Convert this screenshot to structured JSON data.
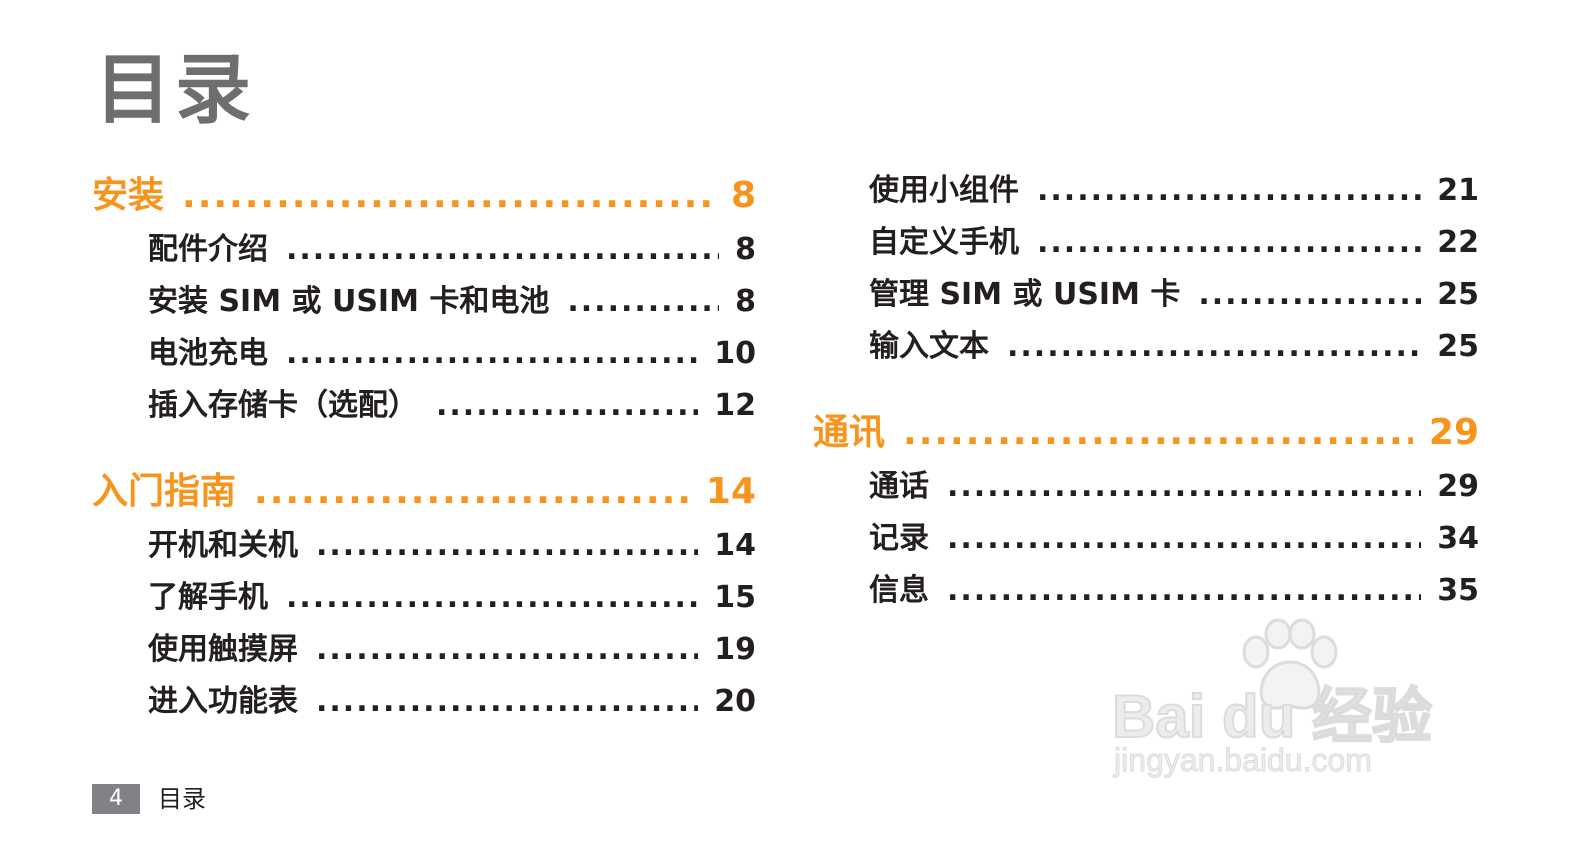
{
  "title": "目录",
  "sections": [
    {
      "heading": {
        "label": "安装",
        "page": "8"
      },
      "entries": [
        {
          "label": "配件介绍",
          "page": "8"
        },
        {
          "label": "安装 SIM 或 USIM 卡和电池",
          "page": "8"
        },
        {
          "label": "电池充电",
          "page": "10"
        },
        {
          "label": "插入存储卡（选配）",
          "page": "12"
        }
      ]
    },
    {
      "heading": {
        "label": "入门指南",
        "page": "14"
      },
      "entries": [
        {
          "label": "开机和关机",
          "page": "14"
        },
        {
          "label": "了解手机",
          "page": "15"
        },
        {
          "label": "使用触摸屏",
          "page": "19"
        },
        {
          "label": "进入功能表",
          "page": "20"
        }
      ]
    }
  ],
  "right_column": {
    "continued_entries": [
      {
        "label": "使用小组件",
        "page": "21"
      },
      {
        "label": "自定义手机",
        "page": "22"
      },
      {
        "label": "管理 SIM 或 USIM 卡",
        "page": "25"
      },
      {
        "label": "输入文本",
        "page": "25"
      }
    ],
    "section": {
      "heading": {
        "label": "通讯",
        "page": "29"
      },
      "entries": [
        {
          "label": "通话",
          "page": "29"
        },
        {
          "label": "记录",
          "page": "34"
        },
        {
          "label": "信息",
          "page": "35"
        }
      ]
    }
  },
  "footer": {
    "page_number": "4",
    "label": "目录"
  },
  "watermark": {
    "logo_text": "Bai du 经验",
    "url": "jingyan.baidu.com",
    "icon": "paw-icon"
  },
  "colors": {
    "heading": "#f7941d",
    "title": "#6d6e70",
    "text": "#231f20",
    "footer_box": "#808285"
  }
}
